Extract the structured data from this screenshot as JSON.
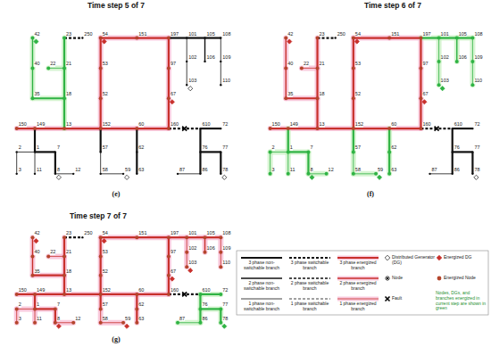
{
  "diagram": {
    "labels": [
      "Time step 5 of 7",
      "(e)",
      "Time step 6 of 7",
      "(f)",
      "Time step 7 of 7",
      "(g)",
      "150",
      "149",
      "13",
      "152",
      "52",
      "53",
      "54",
      "151",
      "60",
      "160",
      "67",
      "97",
      "197",
      "18",
      "21",
      "23",
      "250",
      "35",
      "40",
      "42",
      "22",
      "101",
      "102",
      "103",
      "105",
      "106",
      "108",
      "109",
      "110",
      "1",
      "2",
      "3",
      "7",
      "8",
      "12",
      "11",
      "57",
      "58",
      "59",
      "62",
      "63",
      "610",
      "72",
      "76",
      "77",
      "78",
      "86",
      "87",
      "150",
      "149",
      "13",
      "152",
      "52",
      "53",
      "54",
      "151",
      "60",
      "160",
      "67",
      "97",
      "197",
      "18",
      "21",
      "23",
      "250",
      "35",
      "40",
      "42",
      "22",
      "101",
      "102",
      "103",
      "105",
      "106",
      "108",
      "109",
      "110",
      "1",
      "2",
      "3",
      "7",
      "8",
      "12",
      "11",
      "57",
      "58",
      "59",
      "62",
      "63",
      "610",
      "72",
      "76",
      "77",
      "78",
      "86",
      "87",
      "150",
      "149",
      "13",
      "152",
      "52",
      "53",
      "54",
      "151",
      "60",
      "160",
      "67",
      "97",
      "197",
      "18",
      "21",
      "23",
      "250",
      "35",
      "40",
      "42",
      "22",
      "101",
      "102",
      "103",
      "105",
      "106",
      "108",
      "109",
      "110",
      "1",
      "2",
      "3",
      "7",
      "8",
      "12",
      "11",
      "57",
      "58",
      "59",
      "62",
      "63",
      "610",
      "72",
      "76",
      "77",
      "78",
      "86",
      "87",
      "Nodes, DGs, and branches energized in current step are shown in green"
    ],
    "legend": [
      {
        "text": "3 phase non-switchable branch"
      },
      {
        "text": "3 phase switchable branch"
      },
      {
        "text": "3 phase energized branch"
      },
      {
        "text": "Distributed Generator (DG)"
      },
      {
        "text": "Energized DG"
      },
      {
        "text": "2 phase non-switchable branch"
      },
      {
        "text": "2 phase switchable branch"
      },
      {
        "text": "2 phase energized branch"
      },
      {
        "text": "Node"
      },
      {
        "text": "Energized Node"
      },
      {
        "text": "1 phase non-switchable branch"
      },
      {
        "text": "1 phase switchable branch"
      },
      {
        "text": "1 phase energized branch"
      },
      {
        "text": "Fault"
      }
    ]
  }
}
